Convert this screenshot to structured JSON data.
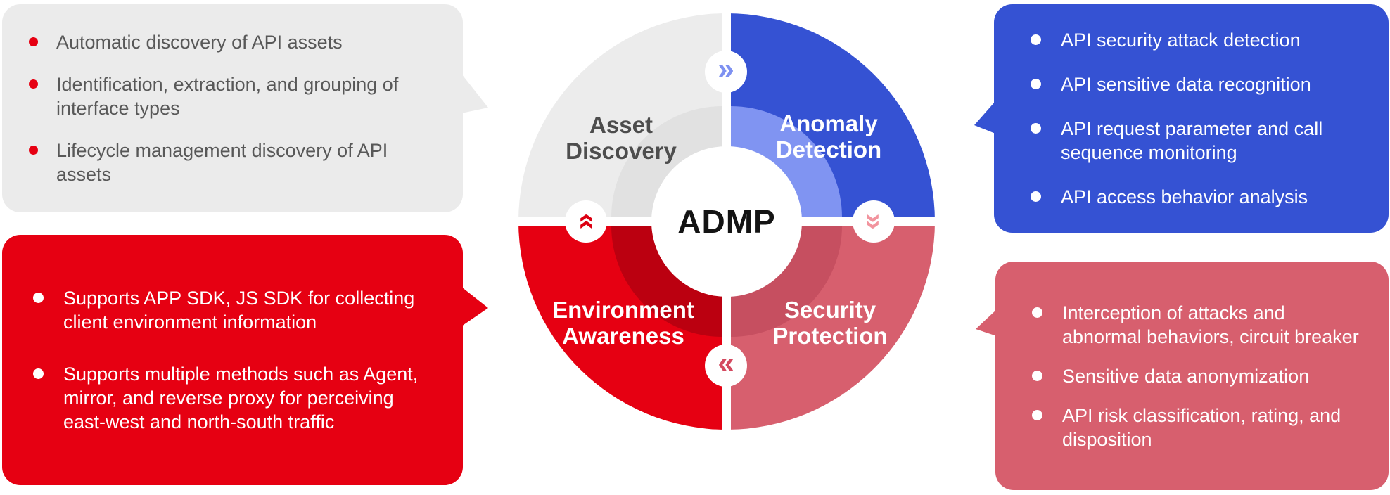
{
  "center": {
    "label": "ADMP"
  },
  "quadrants": {
    "asset_discovery": {
      "label": "Asset\nDiscovery"
    },
    "anomaly_detection": {
      "label": "Anomaly\nDetection"
    },
    "environment_awareness": {
      "label": "Environment\nAwareness"
    },
    "security_protection": {
      "label": "Security\nProtection"
    }
  },
  "connectors": {
    "top": {
      "icon": "chevrons-right-icon",
      "glyph": "»",
      "color": "#7e91f1"
    },
    "right": {
      "icon": "chevrons-down-icon",
      "glyph": "»",
      "color": "#f2949e"
    },
    "bottom": {
      "icon": "chevrons-left-icon",
      "glyph": "«",
      "color": "#d4495f"
    },
    "left": {
      "icon": "chevrons-up-icon",
      "glyph": "»",
      "color": "#dc0012"
    }
  },
  "callouts": {
    "asset_discovery": {
      "items": [
        "Automatic discovery of API assets",
        "Identification, extraction, and grouping of interface types",
        "Lifecycle management discovery of API assets"
      ]
    },
    "anomaly_detection": {
      "items": [
        "API security attack detection",
        "API sensitive data recognition",
        "API request parameter and call sequence monitoring",
        "API access behavior analysis"
      ]
    },
    "environment_awareness": {
      "items": [
        "Supports APP SDK, JS SDK for collecting client environment information",
        "Supports multiple methods such as Agent, mirror, and reverse proxy for perceiving east-west and north-south traffic"
      ]
    },
    "security_protection": {
      "items": [
        "Interception of attacks and abnormal behaviors, circuit breaker",
        "Sensitive data anonymization",
        "API risk classification, rating, and disposition"
      ]
    }
  },
  "colors": {
    "gray_box": "#ebebeb",
    "gray_text": "#585858",
    "blue": "#3552d3",
    "red": "#e60012",
    "rose": "#d75f6e",
    "ring_gray": "#e1e1e1",
    "ring_blue": "#8094f2",
    "ring_red": "#bb0010",
    "ring_rose": "#c64f60",
    "hub_bg": "#ffffff",
    "hub_text": "#141414"
  }
}
